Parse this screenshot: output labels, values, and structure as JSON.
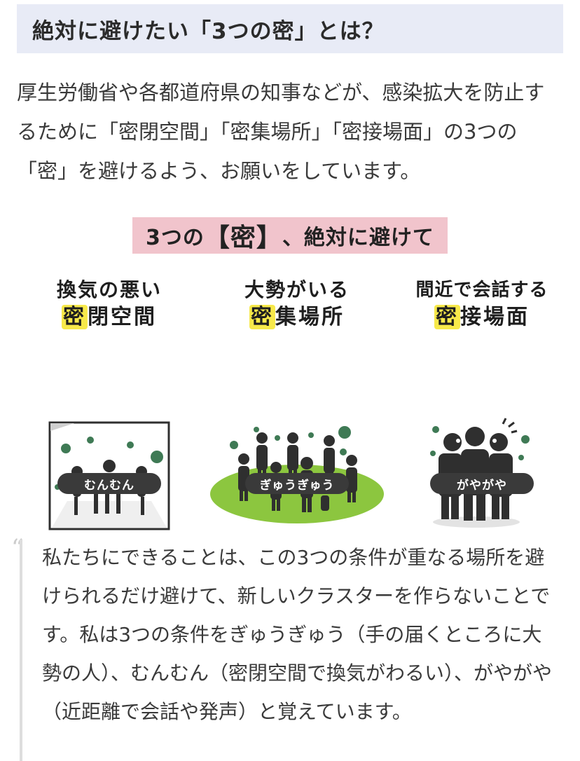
{
  "heading": "絶対に避けたい「3つの密」とは？",
  "intro": "厚生労働省や各都道府県の知事などが、感染拡大を防止するために「密閉空間」「密集場所」「密接場面」の3つの「密」を避けるよう、お願いをしています。",
  "figure": {
    "banner": {
      "prefix": "3つの",
      "kanji": "【密】",
      "suffix": "、絶対に避けて"
    },
    "items": [
      {
        "title": "換気の悪い",
        "highlight": "密",
        "rest": "閉空間",
        "tag": "むんむん"
      },
      {
        "title": "大勢がいる",
        "highlight": "密",
        "rest": "集場所",
        "tag": "ぎゅうぎゅう"
      },
      {
        "title": "間近で会話する",
        "highlight": "密",
        "rest": "接場面",
        "tag": "がやがや"
      }
    ]
  },
  "quote": {
    "mark": "“",
    "text": "私たちにできることは、この3つの条件が重なる場所を避けられるだけ避けて、新しいクラスターを作らないことです。私は3つの条件をぎゅうぎゅう（手の届くところに大勢の人）、むんむん（密閉空間で換気がわるい）、がやがや（近距離で会話や発声）と覚えています。"
  },
  "colors": {
    "heading_bg": "#e8ebf6",
    "banner_bg": "#f1c4cc",
    "highlight": "#f7e94a",
    "virus": "#3f7a55",
    "ground": "#8cc63f",
    "figure": "#2f2f2f",
    "tag_bg": "#3a3a3a"
  },
  "icons": [
    "virus-icon",
    "meeting-room-icon",
    "crowd-icon",
    "conversation-icon"
  ]
}
